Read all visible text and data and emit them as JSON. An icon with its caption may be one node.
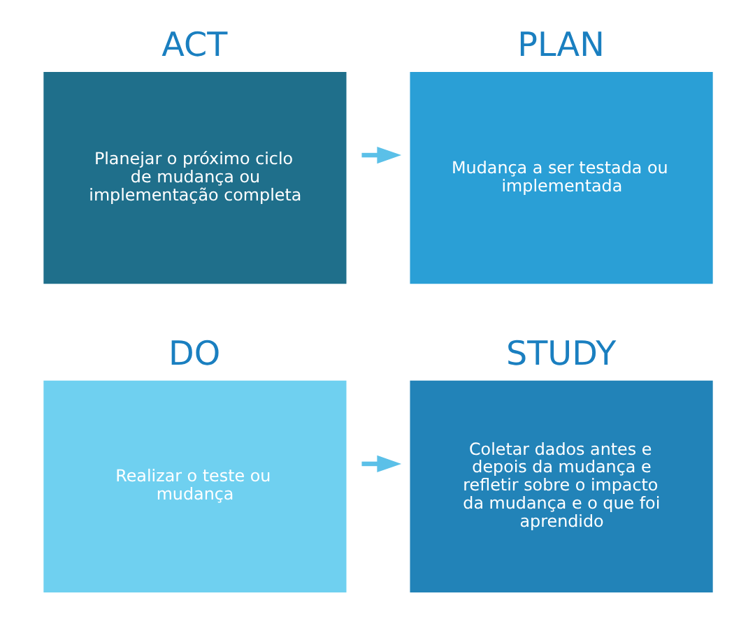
{
  "diagram": {
    "nodes": [
      {
        "text": [
          "ACT",
          "Planejar o próximo ciclo de mudança ou implementação completa"
        ]
      },
      {
        "text": [
          "PLAN",
          "Mudança a ser testada ou implementada"
        ]
      },
      {
        "text": [
          "STUDY",
          "Coletar dados antes e depois da mudança e refletir sobre o impacto da mudança e o que foi aprendido"
        ]
      },
      {
        "text": [
          "DO",
          "Realizar o teste ou mudança"
        ]
      }
    ],
    "edges": [
      {
        "from": 0,
        "to": 1,
        "arrow": "to"
      },
      {
        "from": 3,
        "to": 2,
        "arrow": "to"
      }
    ]
  }
}
